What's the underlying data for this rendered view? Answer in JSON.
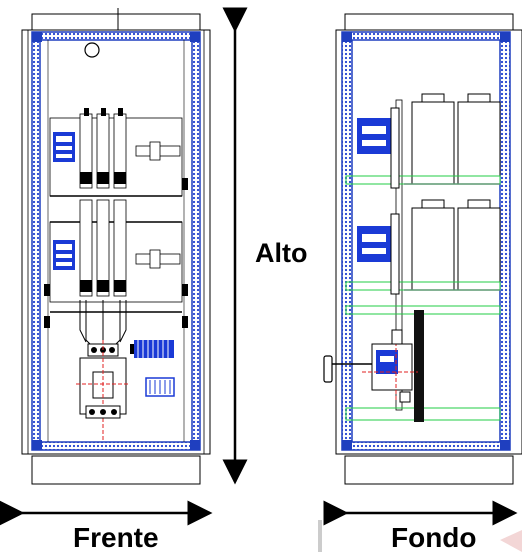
{
  "labels": {
    "height": "Alto",
    "front": "Frente",
    "depth": "Fondo"
  },
  "colors": {
    "frame": "#1f3fbf",
    "frame_dots": "#2040d0",
    "line": "#000000",
    "green_rail": "#22cc44",
    "magenta": "#cc33cc",
    "red_dash": "#e02020",
    "blue_device": "#1a3ad6",
    "busbar_black": "#111111"
  },
  "icons": [
    "cabinet-front-view",
    "cabinet-side-view",
    "dimension-arrow"
  ]
}
